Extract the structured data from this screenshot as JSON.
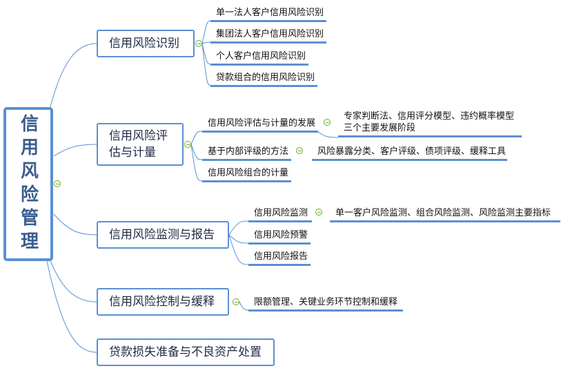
{
  "root": "信用风险管理",
  "branches": [
    {
      "label": "信用风险识别",
      "children": [
        "单一法人客户信用风险识别",
        "集团法人客户信用风险识别",
        "个人客户信用风险识别",
        "贷款组合的信用风险识别"
      ]
    },
    {
      "label": "信用风险评估与计量",
      "children": [
        {
          "label": "信用风险评估与计量的发展",
          "detail_line1": "专家判断法、信用评分模型、违约概率模型",
          "detail_line2": "三个主要发展阶段"
        },
        {
          "label": "基于内部评级的方法",
          "detail": "风险暴露分类、客户评级、债项评级、缓释工具"
        },
        {
          "label": "信用风险组合的计量"
        }
      ]
    },
    {
      "label": "信用风险监测与报告",
      "children": [
        {
          "label": "信用风险监测",
          "detail": "单一客户风险监测、组合风险监测、风险监测主要指标"
        },
        {
          "label": "信用风险预警"
        },
        {
          "label": "信用风险报告"
        }
      ]
    },
    {
      "label": "信用风险控制与缓释",
      "children": [
        "限额管理、关键业务环节控制和缓释"
      ]
    },
    {
      "label": "贷款损失准备与不良资产处置"
    }
  ],
  "colors": {
    "border": "#5b8fd4",
    "collapse": "#6aaa2a",
    "root_text": "#3b5d8f"
  }
}
